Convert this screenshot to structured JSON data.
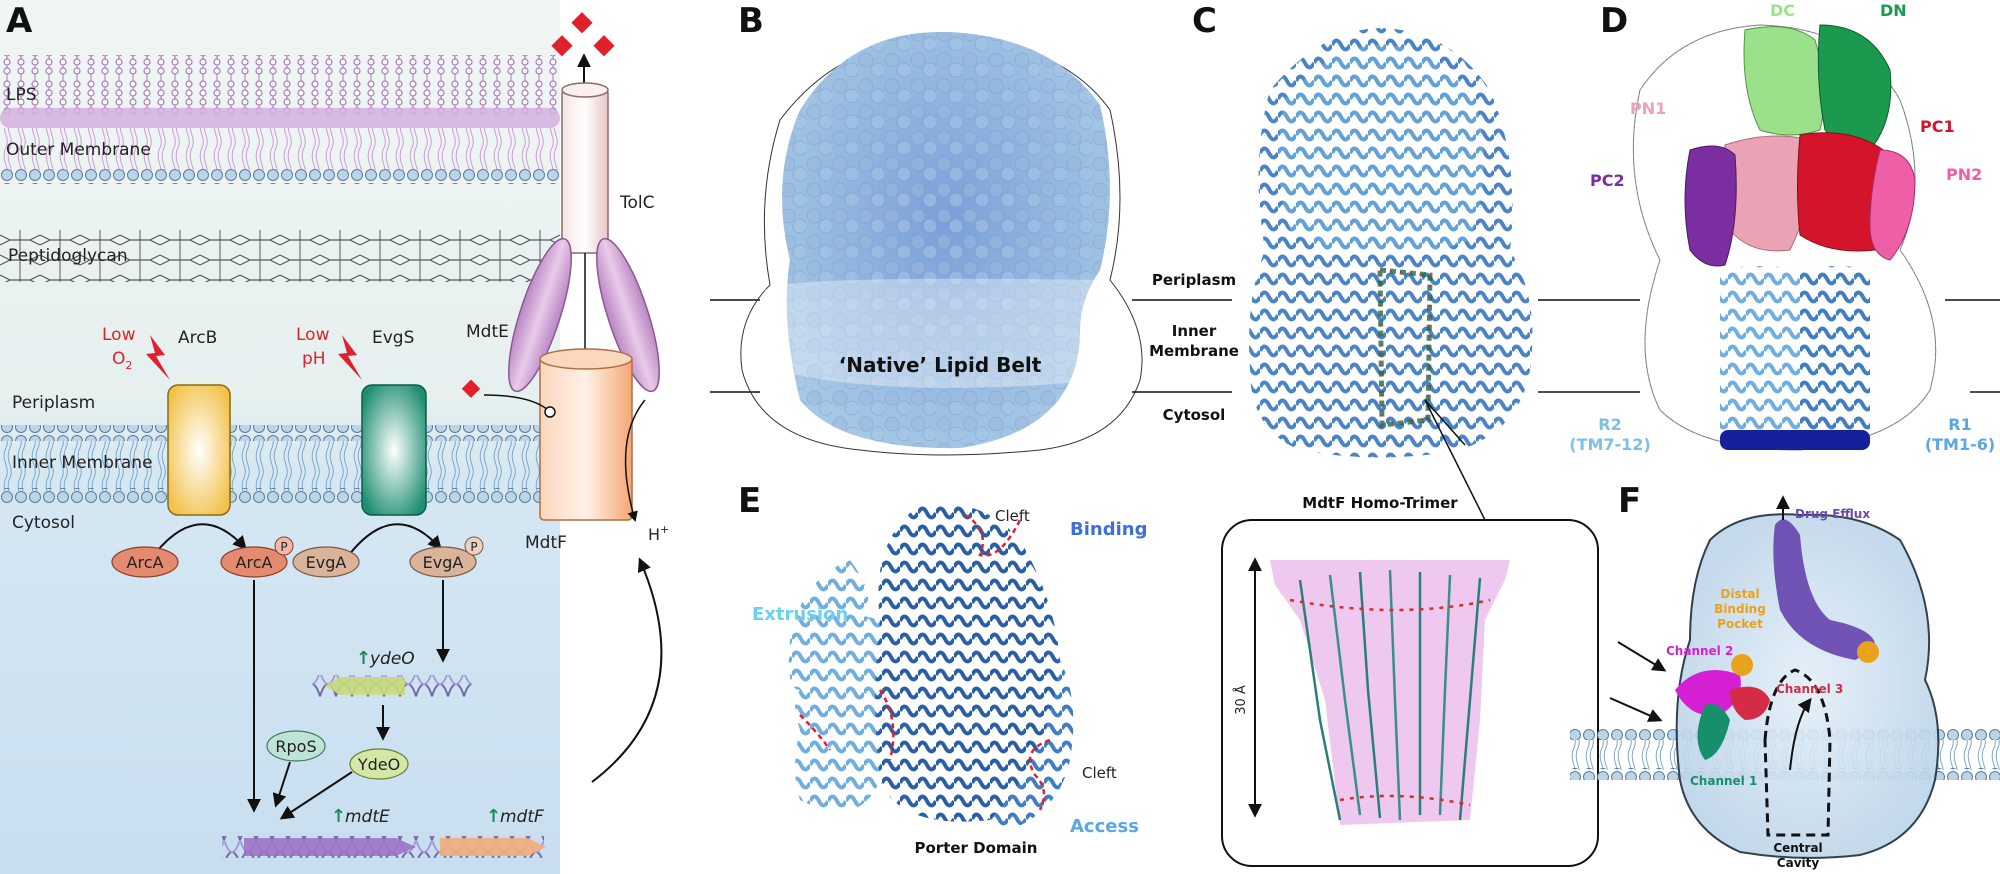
{
  "panels": {
    "a": "A",
    "b": "B",
    "c": "C",
    "d": "D",
    "e": "E",
    "f": "F"
  },
  "panel_a": {
    "lps": "LPS",
    "outer_membrane": "Outer Membrane",
    "peptidoglycan": "Peptidoglycan",
    "periplasm": "Periplasm",
    "inner_membrane": "Inner Membrane",
    "cytosol": "Cytosol",
    "tolc": "TolC",
    "mdte": "MdtE",
    "mdtf": "MdtF",
    "arcb": "ArcB",
    "evgs": "EvgS",
    "low_o2_line1": "Low",
    "low_o2_line2": "O",
    "low_o2_sub": "2",
    "low_ph_line1": "Low",
    "low_ph_line2": "pH",
    "arca": "ArcA",
    "arca_p": "ArcA",
    "evga": "EvgA",
    "evga_p": "EvgA",
    "phospho": "P",
    "ydeo_gene": "ydeO",
    "rpos": "RpoS",
    "ydeo_protein": "YdeO",
    "mdte_gene": "mdtE",
    "mdtf_gene": "mdtF",
    "proton": "H",
    "proton_sup": "+",
    "up_arrow": "↑"
  },
  "panel_b": {
    "lipid_belt": "‘Native’ Lipid Belt"
  },
  "panel_c": {
    "periplasm": "Periplasm",
    "inner_membrane_1": "Inner",
    "inner_membrane_2": "Membrane",
    "cytosol": "Cytosol",
    "trimer": "MdtF Homo-Trimer",
    "scale": "30 Å"
  },
  "panel_d": {
    "dc": "DC",
    "dn": "DN",
    "pn1": "PN1",
    "pc1": "PC1",
    "pc2": "PC2",
    "pn2": "PN2",
    "r2": "R2",
    "r2_sub": "(TM7-12)",
    "r1": "R1",
    "r1_sub": "(TM1-6)"
  },
  "panel_e": {
    "cleft_top": "Cleft",
    "cleft_bottom": "Cleft",
    "binding": "Binding",
    "extrusion": "Extrusion",
    "access": "Access",
    "porter": "Porter Domain"
  },
  "panel_f": {
    "drug_efflux": "Drug Efflux",
    "distal_1": "Distal",
    "distal_2": "Binding",
    "distal_3": "Pocket",
    "channel2": "Channel 2",
    "channel3": "Channel 3",
    "channel1": "Channel 1",
    "central_1": "Central",
    "central_2": "Cavity"
  },
  "colors": {
    "panel_bg": "#e6f0f1",
    "cytosol_bg": "#cfe3f0",
    "membrane_head": "#bcd4e6",
    "lps_purple": "#c9a6d4",
    "tolc": "#f3d9d9",
    "mdte": "#d6a8d6",
    "mdtf": "#f6b98f",
    "arcb": "#f7d36b",
    "evgs": "#3aa78c",
    "arca": "#e48a6e",
    "evga": "#d9b39a",
    "rpos": "#bfe3d6",
    "ydeo": "#d4e7a6",
    "red": "#e0202a",
    "dark_green": "#1f8a5e",
    "blue_main": "#3f7ec4",
    "blue_light": "#7cc0e4",
    "binding_blue": "#3c6fd8",
    "extrusion_cyan": "#6fd0ec",
    "access_blue": "#5aa6e8",
    "dc_green": "#9be08a",
    "dn_green": "#1b9a4f",
    "pn1_pink": "#e9a3b5",
    "pc1_red": "#d4142a",
    "pc2_purple": "#7a2ea0",
    "pn2_pink": "#ee5fa6",
    "channel2_magenta": "#d41fd4",
    "channel3_red": "#d42b46",
    "channel1_teal": "#178f6a",
    "efflux_purple": "#6a4bb0",
    "pocket_orange": "#e8a21c"
  }
}
